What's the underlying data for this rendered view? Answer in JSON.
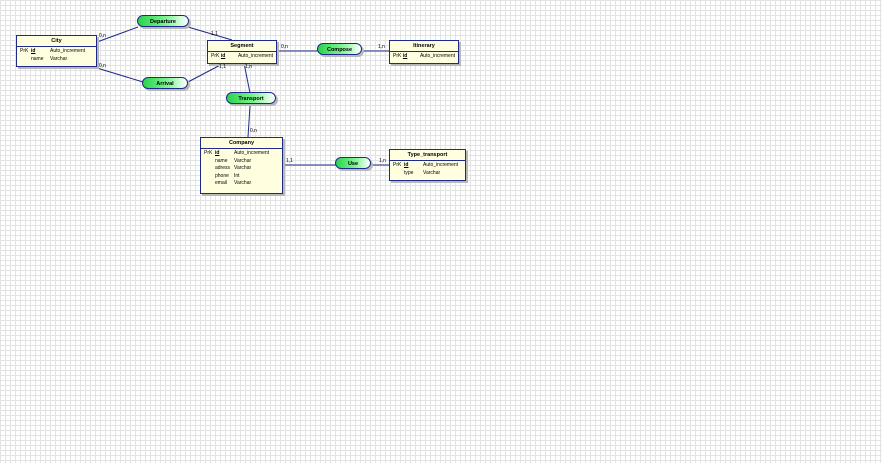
{
  "entities": {
    "city": {
      "title": "City",
      "fields": [
        {
          "key": "PrK",
          "name": "id",
          "type": "Auto_increment"
        },
        {
          "key": "",
          "name": "name",
          "type": "Varchar"
        }
      ]
    },
    "segment": {
      "title": "Segment",
      "fields": [
        {
          "key": "PrK",
          "name": "id",
          "type": "Auto_increment"
        }
      ]
    },
    "itinerary": {
      "title": "Itinerary",
      "fields": [
        {
          "key": "PrK",
          "name": "id",
          "type": "Auto_increment"
        }
      ]
    },
    "company": {
      "title": "Company",
      "fields": [
        {
          "key": "PrK",
          "name": "id",
          "type": "Auto_increment"
        },
        {
          "key": "",
          "name": "name",
          "type": "Varchar"
        },
        {
          "key": "",
          "name": "adress",
          "type": "Varchar"
        },
        {
          "key": "",
          "name": "phone",
          "type": "Int"
        },
        {
          "key": "",
          "name": "email",
          "type": "Varchar"
        }
      ]
    },
    "type_transport": {
      "title": "Type_transport",
      "fields": [
        {
          "key": "PrK",
          "name": "id",
          "type": "Auto_increment"
        },
        {
          "key": "",
          "name": "type",
          "type": "Varchar"
        }
      ]
    }
  },
  "associations": {
    "departure": "Departure",
    "arrival": "Arrival",
    "compose": "Compose",
    "transport": "Transport",
    "use": "Use"
  },
  "cardinalities": {
    "city_departure": "0,n",
    "city_arrival": "0,n",
    "segment_departure": "1,1",
    "segment_arrival": "1,1",
    "segment_compose": "0,n",
    "itinerary_compose": "1,n",
    "segment_transport": "1,n",
    "company_transport": "0,n",
    "company_use": "1,1",
    "type_use": "1,n"
  },
  "colors": {
    "line": "#1e2a8a",
    "entity_fill": "#ffffe0",
    "association_fill": "#29d34a",
    "grid": "#e3e3e3"
  }
}
